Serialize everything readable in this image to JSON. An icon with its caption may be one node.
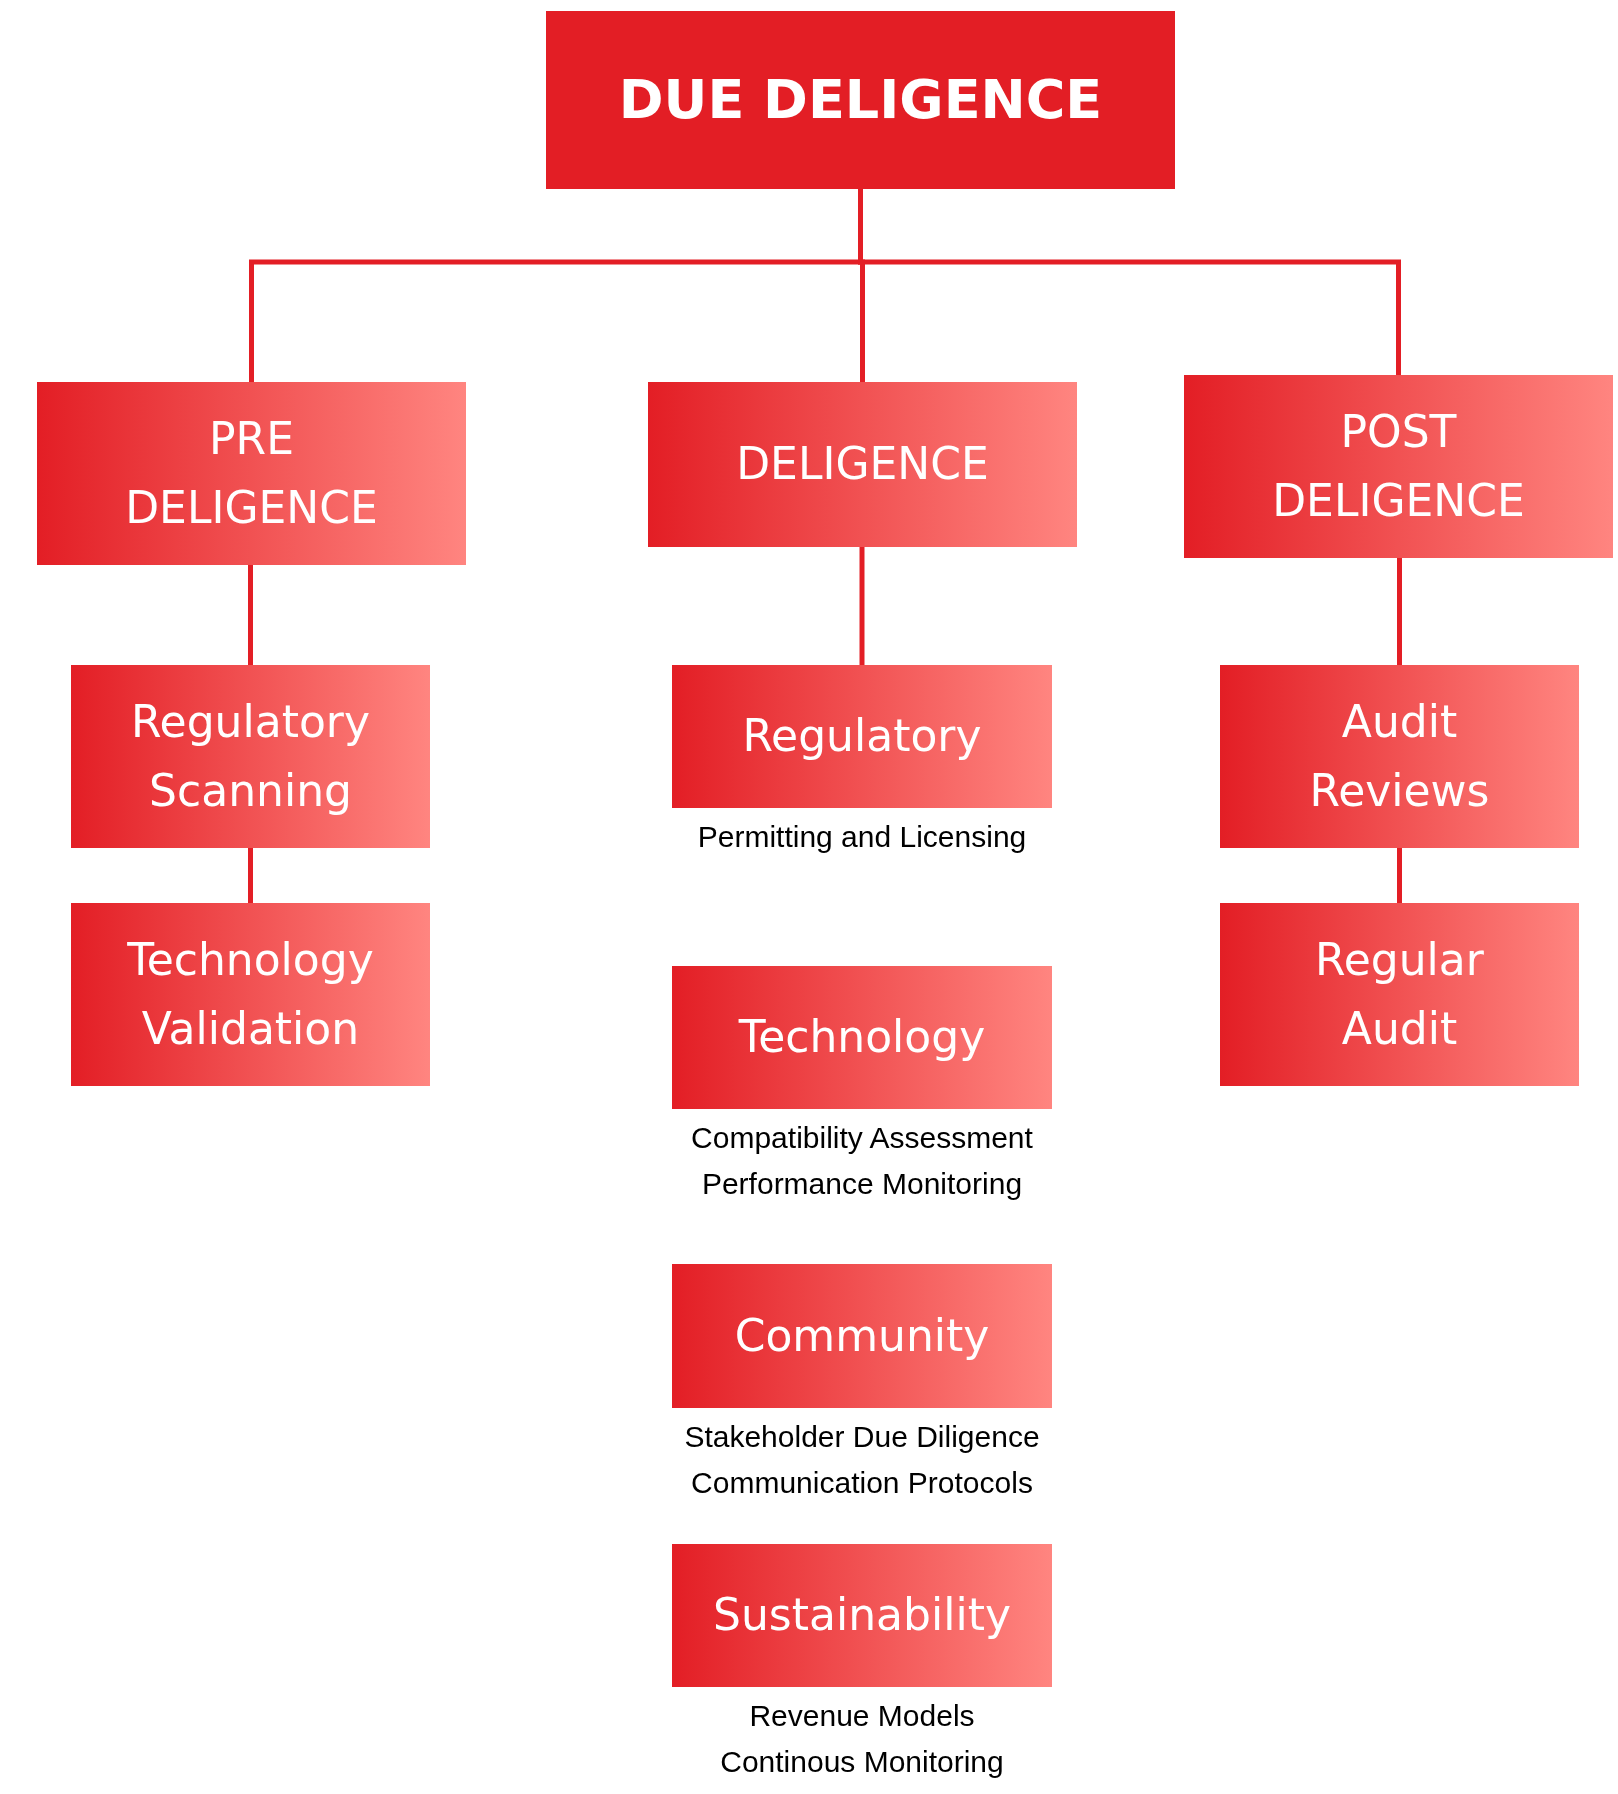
{
  "diagram": {
    "nodes": [
      {
        "text": [
          "DUE DELIGENCE"
        ]
      },
      {
        "text": [
          "PRE DELIGENCE"
        ]
      },
      {
        "text": [
          "DELIGENCE"
        ]
      },
      {
        "text": [
          "POST DELIGENCE"
        ]
      },
      {
        "text": [
          "Regulatory Scanning"
        ]
      },
      {
        "text": [
          "Technology Validation"
        ]
      },
      {
        "text": [
          "Regulatory"
        ],
        "beside": [
          "Permitting and Licensing"
        ]
      },
      {
        "text": [
          "Technology"
        ],
        "beside": [
          "Compatibility Assessment",
          "Performance Monitoring"
        ]
      },
      {
        "text": [
          "Community"
        ],
        "beside": [
          "Stakeholder Due Diligence",
          "Communication Protocols"
        ]
      },
      {
        "text": [
          "Sustainability"
        ],
        "beside": [
          "Revenue Models",
          "Continous Monitoring"
        ]
      },
      {
        "text": [
          "Audit Reviews"
        ]
      },
      {
        "text": [
          "Regular Audit"
        ]
      }
    ],
    "edges": [
      {
        "from": 0,
        "to": 1,
        "arrow": "none"
      },
      {
        "from": 0,
        "to": 2,
        "arrow": "none"
      },
      {
        "from": 0,
        "to": 3,
        "arrow": "none"
      },
      {
        "from": 1,
        "to": 4,
        "arrow": "none"
      },
      {
        "from": 4,
        "to": 5,
        "arrow": "none"
      },
      {
        "from": 2,
        "to": 6,
        "arrow": "none"
      },
      {
        "from": 3,
        "to": 10,
        "arrow": "none"
      },
      {
        "from": 10,
        "to": 11,
        "arrow": "none"
      }
    ]
  }
}
